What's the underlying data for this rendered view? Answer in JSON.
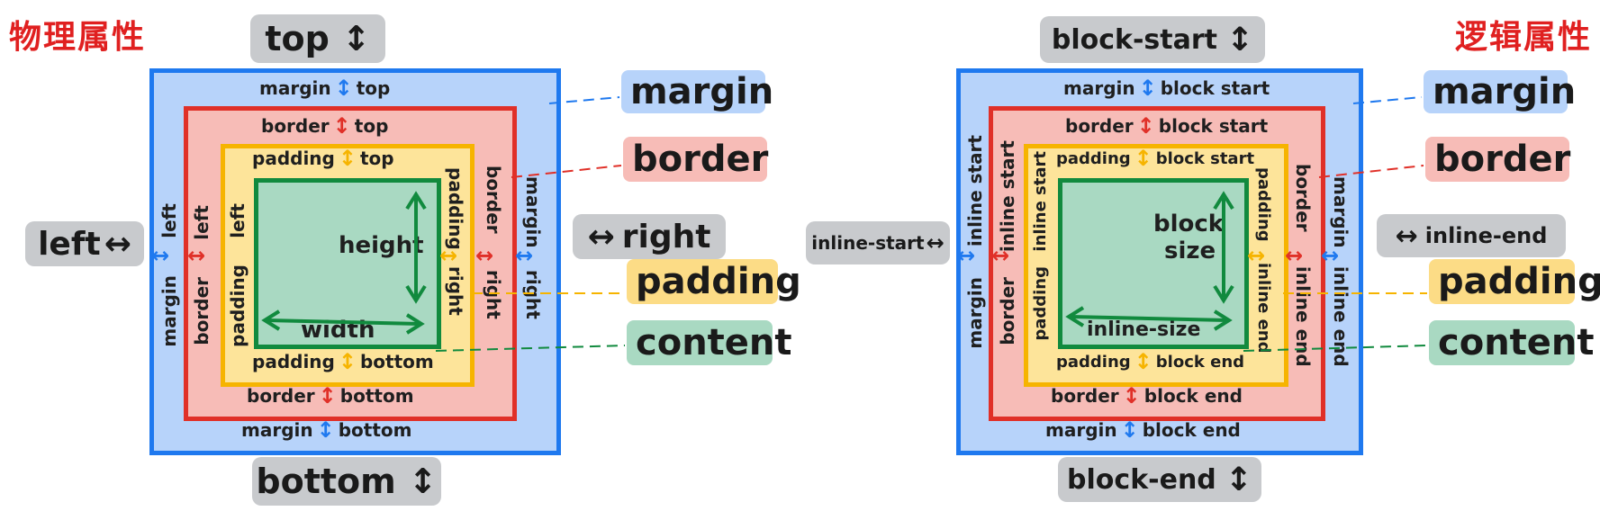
{
  "physical": {
    "title": "物理属性",
    "tags": {
      "top": "top",
      "bottom": "bottom",
      "left": "left",
      "right": "right"
    },
    "margin": {
      "name": "margin",
      "top": "top",
      "bottom": "bottom",
      "left": "left",
      "right": "right"
    },
    "border": {
      "name": "border",
      "top": "top",
      "bottom": "bottom",
      "left": "left",
      "right": "right"
    },
    "padding": {
      "name": "padding",
      "top": "top",
      "bottom": "bottom",
      "left": "left",
      "right": "right"
    },
    "content": {
      "height": "height",
      "width": "width"
    }
  },
  "logical": {
    "title": "逻辑属性",
    "tags": {
      "block_start": "block-start",
      "block_end": "block-end",
      "inline_start": "inline-start",
      "inline_end": "inline-end"
    },
    "margin": {
      "name": "margin",
      "top": "block start",
      "bottom": "block end",
      "left": "inline start",
      "right": "inline end"
    },
    "border": {
      "name": "border",
      "top": "block start",
      "bottom": "block end",
      "left": "inline start",
      "right": "inline end"
    },
    "padding": {
      "name": "padding",
      "top": "block start",
      "bottom": "block end",
      "left": "inline start",
      "right": "inline end"
    },
    "content": {
      "block_size_1": "block",
      "block_size_2": "size",
      "inline_size": "inline-size"
    }
  },
  "legend": {
    "margin": "margin",
    "border": "border",
    "padding": "padding",
    "content": "content"
  },
  "arrows": {
    "updown": "↕",
    "leftright": "↔"
  },
  "colors": {
    "margin": "#1f79ef",
    "border": "#e03028",
    "padding": "#f6b400",
    "content": "#118a3e"
  }
}
